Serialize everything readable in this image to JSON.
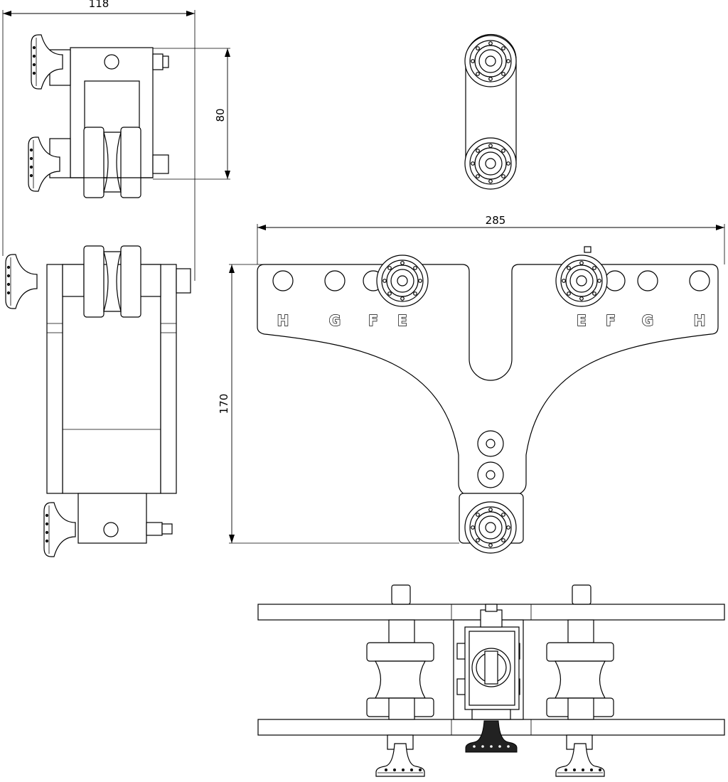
{
  "dimensions": {
    "width_top": "118",
    "height_upper": "80",
    "width_plate": "285",
    "height_plate": "170"
  },
  "plate_labels": {
    "left": [
      "H",
      "G",
      "F",
      "E"
    ],
    "right": [
      "E",
      "F",
      "G",
      "H"
    ]
  }
}
